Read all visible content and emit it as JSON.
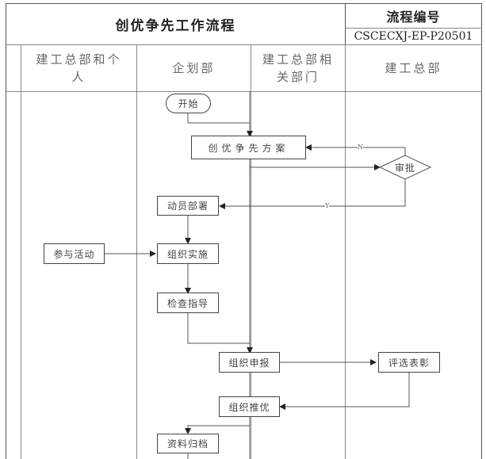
{
  "header": {
    "title": "创优争先工作流程",
    "flow_id_label": "流程编号",
    "flow_id": "CSCECXJ-EP-P20501"
  },
  "lanes": [
    {
      "label": "建工总部和个人"
    },
    {
      "label": "企划部"
    },
    {
      "label": "建工总部相关部门"
    },
    {
      "label": "建工总部"
    }
  ],
  "nodes": {
    "start": "开始",
    "plan": "创优争先方案",
    "approve": "审批",
    "mobilize": "动员部署",
    "participate": "参与活动",
    "implement": "组织实施",
    "inspect": "检查指导",
    "report": "组织申报",
    "select": "评选表彰",
    "recommend": "组织推优",
    "archive": "资料归档"
  },
  "edge_labels": {
    "no": "N",
    "yes": "Y"
  }
}
